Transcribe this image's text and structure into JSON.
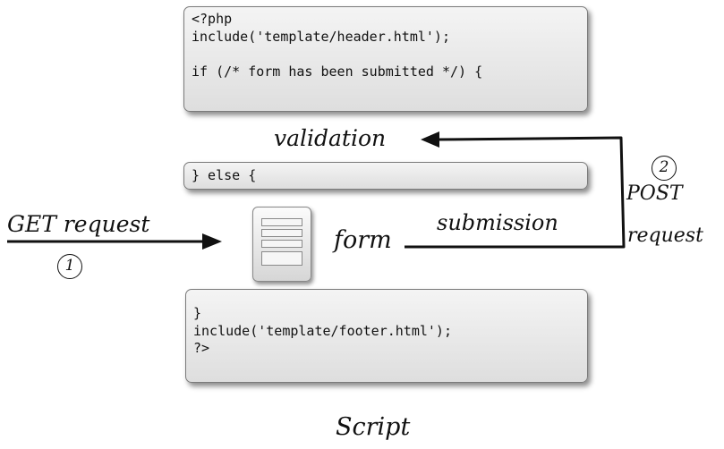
{
  "code": {
    "header_lines": [
      "<?php",
      "include('template/header.html');",
      "",
      "if (/* form has been submitted */) {"
    ],
    "else_line": "} else {",
    "footer_lines": [
      "}",
      "include('template/footer.html');",
      "?>"
    ]
  },
  "labels": {
    "validation": "validation",
    "get_request": "GET request",
    "step1": "1",
    "form": "form",
    "submission": "submission",
    "step2": "2",
    "post": "POST",
    "request": "request",
    "script": "Script"
  }
}
